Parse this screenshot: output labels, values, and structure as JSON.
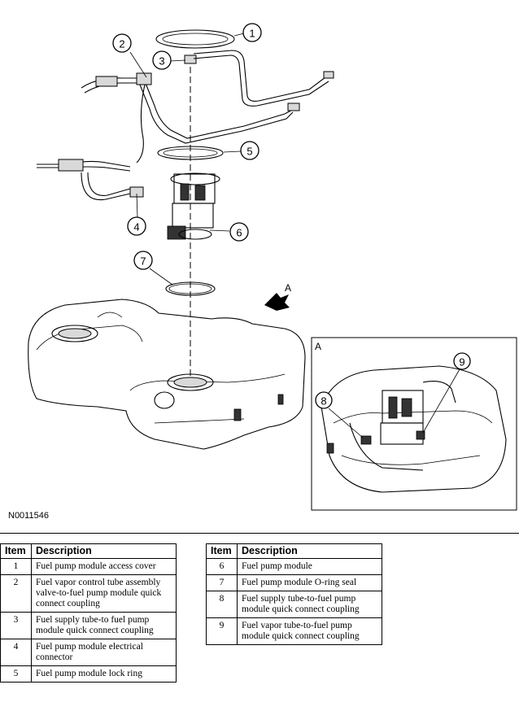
{
  "figure": {
    "code": "N0011546",
    "view_label_arrow": "A",
    "inset_label": "A",
    "callouts": [
      "1",
      "2",
      "3",
      "4",
      "5",
      "6",
      "7",
      "8",
      "9"
    ]
  },
  "table": {
    "header_item": "Item",
    "header_description": "Description",
    "left_rows": [
      {
        "item": "1",
        "description": "Fuel pump module access cover"
      },
      {
        "item": "2",
        "description": "Fuel vapor control tube assembly valve-to-fuel pump module quick connect coupling"
      },
      {
        "item": "3",
        "description": "Fuel supply tube-to fuel pump module quick connect coupling"
      },
      {
        "item": "4",
        "description": "Fuel pump module electrical connector"
      },
      {
        "item": "5",
        "description": "Fuel pump module lock ring"
      }
    ],
    "right_rows": [
      {
        "item": "6",
        "description": "Fuel pump module"
      },
      {
        "item": "7",
        "description": "Fuel pump module O-ring seal"
      },
      {
        "item": "8",
        "description": "Fuel supply tube-to-fuel pump module quick connect coupling"
      },
      {
        "item": "9",
        "description": "Fuel vapor tube-to-fuel pump module quick connect coupling"
      }
    ]
  }
}
